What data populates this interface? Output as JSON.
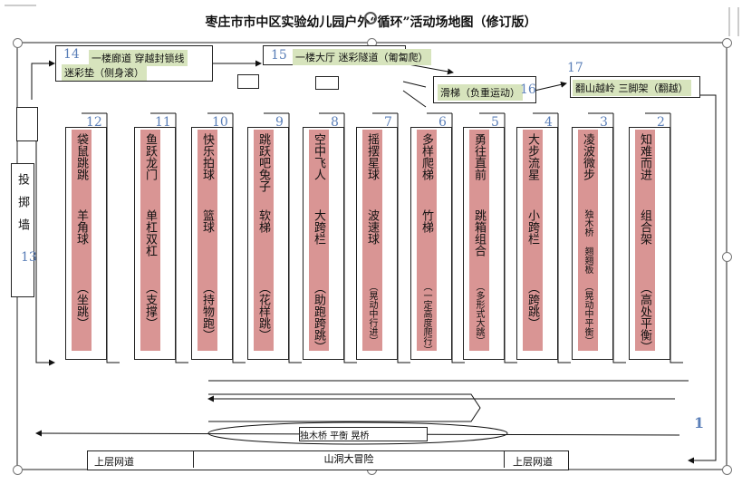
{
  "title": "枣庄市市中区实验幼儿园户外“循环”活动场地图（修订版）",
  "areas": {
    "a14": {
      "num": "14",
      "line1": "一楼廊道  穿越封锁线",
      "line2": "迷彩垫（侧身滚）"
    },
    "a15": {
      "num": "15",
      "label": "一楼大厅  迷彩隧道（匍匐爬）"
    },
    "a16": {
      "num": "16",
      "label": "滑梯（负重运动）"
    },
    "a17": {
      "num": "17",
      "label": "翻山越岭    三脚架（翻越）"
    },
    "a13": {
      "num": "13",
      "label": "投掷墙"
    },
    "a1": {
      "num": "1"
    },
    "bridge": {
      "label": "独木桥  平衡  晃桥"
    },
    "bottom": {
      "left": "上层网道",
      "middle": "山洞大冒险",
      "right": "上层网道"
    }
  },
  "stations": [
    {
      "num": "12",
      "main": "袋鼠跳跳",
      "mid": "羊角球",
      "end": "（坐跳）"
    },
    {
      "num": "11",
      "main": "鱼跃龙门",
      "mid": "单杠双杠",
      "end": "（支撑）"
    },
    {
      "num": "10",
      "main": "快乐拍球",
      "mid": "篮球",
      "end": "（持物跑）"
    },
    {
      "num": "9",
      "main": "跳跃吧兔子",
      "mid": "软梯",
      "end": "（花样跳）"
    },
    {
      "num": "8",
      "main": "空中飞人",
      "mid": "大跨栏",
      "end": "（助跑跨跳）"
    },
    {
      "num": "7",
      "main": "摇摆星球",
      "mid": "波速球",
      "end": "（晃动中行进）"
    },
    {
      "num": "6",
      "main": "多样爬梯",
      "mid": "竹梯",
      "end": "（一定高度爬行）"
    },
    {
      "num": "5",
      "main": "勇往直前",
      "mid": "跳箱组合",
      "end": "（多形式大跳）"
    },
    {
      "num": "4",
      "main": "大步流星",
      "mid": "小跨栏",
      "end": "（跨跳）"
    },
    {
      "num": "3",
      "main": "凌波微步",
      "mid": "独木桥 翘翘板",
      "end": "（晃动中平衡）"
    },
    {
      "num": "2",
      "main": "知难而进",
      "mid": "组合架",
      "end": "（高处平衡）"
    }
  ],
  "colors": {
    "pink": "#d99594",
    "green": "#d7e4bd",
    "number": "#5b7fb8"
  }
}
